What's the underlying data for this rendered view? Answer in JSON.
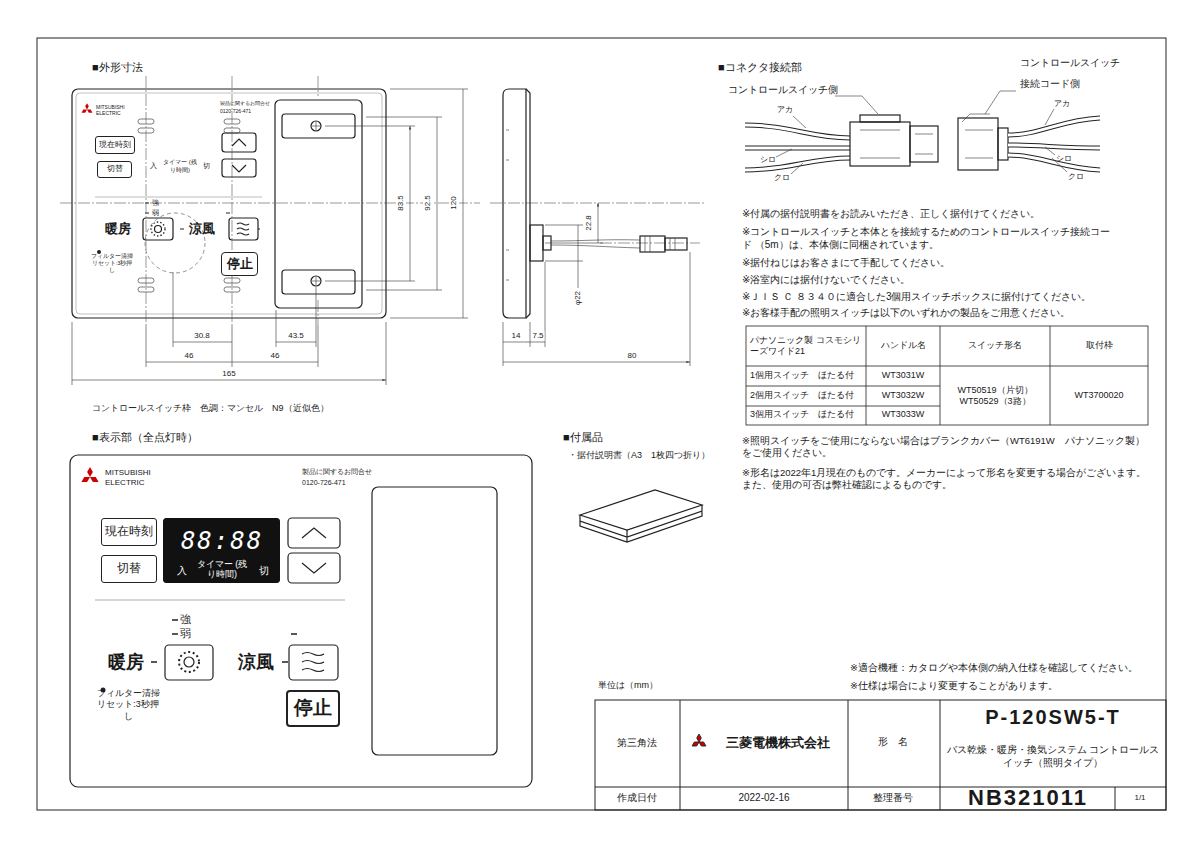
{
  "diagram": {
    "nodes": [
      {
        "text": [
          "現在時刻"
        ]
      },
      {
        "text": [
          "切替"
        ]
      },
      {
        "text": [
          "停止"
        ]
      },
      {
        "text": [
          "現在時刻"
        ]
      },
      {
        "text": [
          "切替"
        ]
      },
      {
        "text": [
          "88:88",
          "入",
          "タイマー (残り時間)",
          "切"
        ]
      },
      {
        "text": [
          "停止"
        ]
      }
    ],
    "labels": [
      "■外形寸法",
      "MITSUBISHI ELECTRIC",
      "製品に関するお問合せ",
      "0120-726-471",
      "入",
      "タイマー (残り時間)",
      "切",
      "強",
      "弱",
      "暖房",
      "涼風",
      "フィルター清掃 リセット:3秒押し",
      "83.5",
      "92.5",
      "120",
      "30.8",
      "43.5",
      "46",
      "46",
      "165",
      "22.8",
      "φ22",
      "14",
      "7.5",
      "80",
      "コントロールスイッチ枠　色調：マンセル　N9（近似色）",
      "■表示部（全点灯時）",
      "MITSUBISHI ELECTRIC",
      "製品に関するお問合せ",
      "0120-726-471",
      "強",
      "弱",
      "暖房",
      "涼風",
      "フィルター清掃 リセット:3秒押し",
      "■付属品",
      "・据付説明書（A3　1枚四つ折り）",
      "■コネクタ接続部",
      "コントロールスイッチ側",
      "コントロールスイッチ",
      "接続コード側",
      "アカ",
      "シロ",
      "クロ",
      "アカ",
      "シロ",
      "クロ",
      "※付属の据付説明書をお読みいただき、正しく据付けてください。",
      "※コントロールスイッチと本体とを接続するためのコントロールスイッチ接続コード （5m）は、本体側に同梱されています。",
      "※据付ねじはお客さまにて手配してください。",
      "※浴室内には据付けないでください。",
      "※ＪＩＳ Ｃ ８３４０に適合した3個用スイッチボックスに据付けてください。",
      "※お客様手配の照明スイッチは以下のいずれかの製品をご用意ください。",
      "パナソニック製 コスモシリーズワイド21",
      "ハンドル名",
      "スイッチ形名",
      "取付枠",
      "1個用スイッチ　ほたる付",
      "WT3031W",
      "2個用スイッチ　ほたる付",
      "WT3032W",
      "3個用スイッチ　ほたる付",
      "WT3033W",
      "WT50519（片切） WT50529（3路）",
      "WT3700020",
      "※照明スイッチをご使用にならない場合はブランクカバー（WT6191W　パナソニック製） をご使用ください。",
      "※形名は2022年1月現在のものです。メーカーによって形名を変更する場合がございます。 また、使用の可否は弊社確認によるものです。",
      "※適合機種：カタログや本体側の納入仕様を確認してください。",
      "※仕様は場合により変更することがあります。",
      "単位は（mm）",
      "第三角法",
      "三菱電機株式会社",
      "形　名",
      "P-120SW5-T",
      "バス乾燥・暖房・換気システム コントロールスイッチ（照明タイプ）",
      "作成日付",
      "2022-02-16",
      "整理番号",
      "NB321011",
      "1/1"
    ]
  }
}
